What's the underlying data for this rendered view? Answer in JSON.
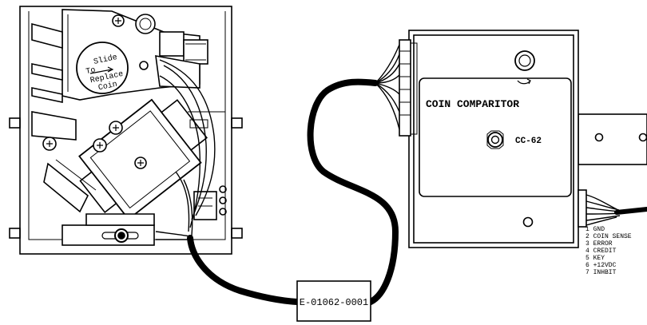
{
  "mech": {
    "slide_l1": "Slide",
    "slide_l2": "To",
    "slide_l3": "Replace",
    "slide_l4": "Coin"
  },
  "comparitor": {
    "title": "COIN COMPARITOR",
    "model": "CC-62"
  },
  "harness": {
    "part_number": "E-01062-0001"
  },
  "pinout": [
    "1 GND",
    "2 COIN SENSE",
    "3 ERROR",
    "4 CREDIT",
    "5 KEY",
    "6 +12VDC",
    "7 INHBIT"
  ]
}
